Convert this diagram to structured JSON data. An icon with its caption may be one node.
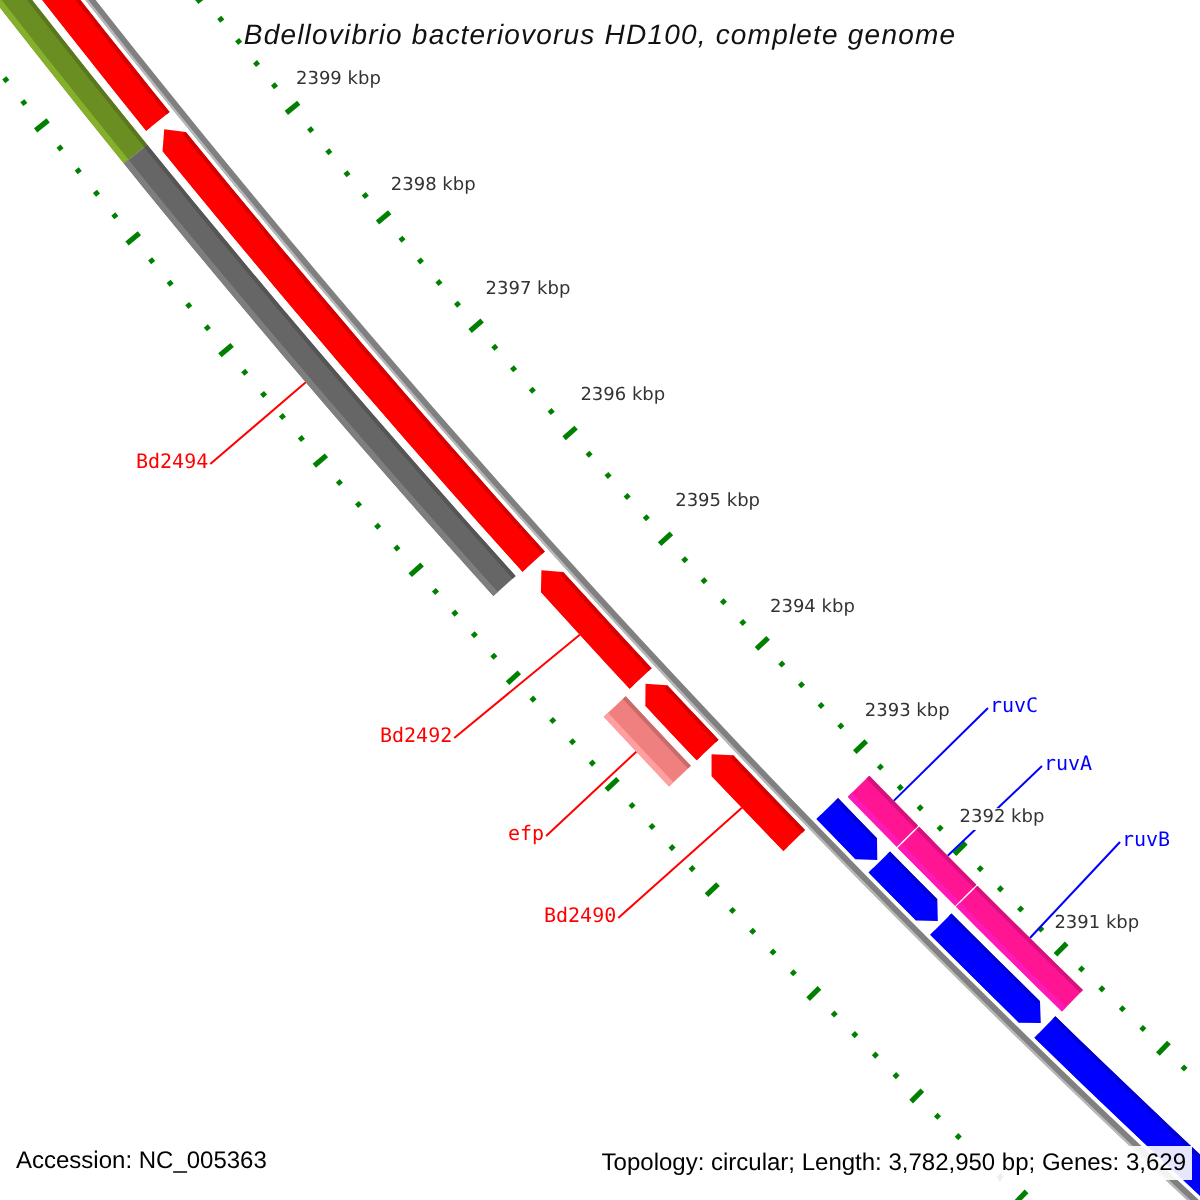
{
  "diagram": {
    "title": "Bdellovibrio bacteriovorus HD100, complete genome",
    "nodes": [
      {
        "text": [
          "Bd2494"
        ]
      },
      {
        "text": [
          "ruvC"
        ]
      },
      {
        "text": [
          "Bd2492"
        ]
      },
      {
        "text": [
          "ruvA"
        ]
      },
      {
        "text": [
          "efp"
        ]
      },
      {
        "text": [
          "ruvB"
        ]
      },
      {
        "text": [
          "Bd2490"
        ]
      },
      {
        "text": [],
        "shape": "bar"
      },
      {
        "text": [],
        "shape": "bar"
      },
      {
        "text": [],
        "shape": "bar"
      },
      {
        "text": [],
        "shape": "bar"
      },
      {
        "text": [],
        "shape": "bar"
      },
      {
        "text": [],
        "shape": "bar"
      },
      {
        "text": [],
        "shape": "bar"
      },
      {
        "text": [],
        "shape": "bar"
      },
      {
        "text": [],
        "shape": "bar"
      },
      {
        "text": [],
        "shape": "bar"
      },
      {
        "text": [],
        "shape": "bar"
      },
      {
        "text": [],
        "shape": "bar"
      },
      {
        "text": [],
        "shape": "bar"
      },
      {
        "text": [],
        "shape": "bar"
      },
      {
        "text": [],
        "shape": "bar"
      }
    ],
    "edges": [
      {
        "from": 0,
        "to": 10,
        "arrow": "none"
      },
      {
        "from": 2,
        "to": 11,
        "arrow": "none"
      },
      {
        "from": 4,
        "to": 13,
        "arrow": "none"
      },
      {
        "from": 6,
        "to": 14,
        "arrow": "none"
      },
      {
        "from": 1,
        "to": 15,
        "arrow": "none",
        "color": "#0000ff"
      },
      {
        "from": 3,
        "to": 17,
        "arrow": "none",
        "color": "#0000ff"
      },
      {
        "from": 5,
        "to": 19,
        "arrow": "none",
        "color": "#0000ff"
      }
    ],
    "labels": [
      "2399 kbp",
      "2398 kbp",
      "2397 kbp",
      "2396 kbp",
      "2395 kbp",
      "2394 kbp",
      "2393 kbp",
      "2392 kbp",
      "2391 kbp",
      "Accession: NC_005363",
      "Topology: circular; Length: 3,782,950 bp; Genes: 3,629"
    ]
  }
}
